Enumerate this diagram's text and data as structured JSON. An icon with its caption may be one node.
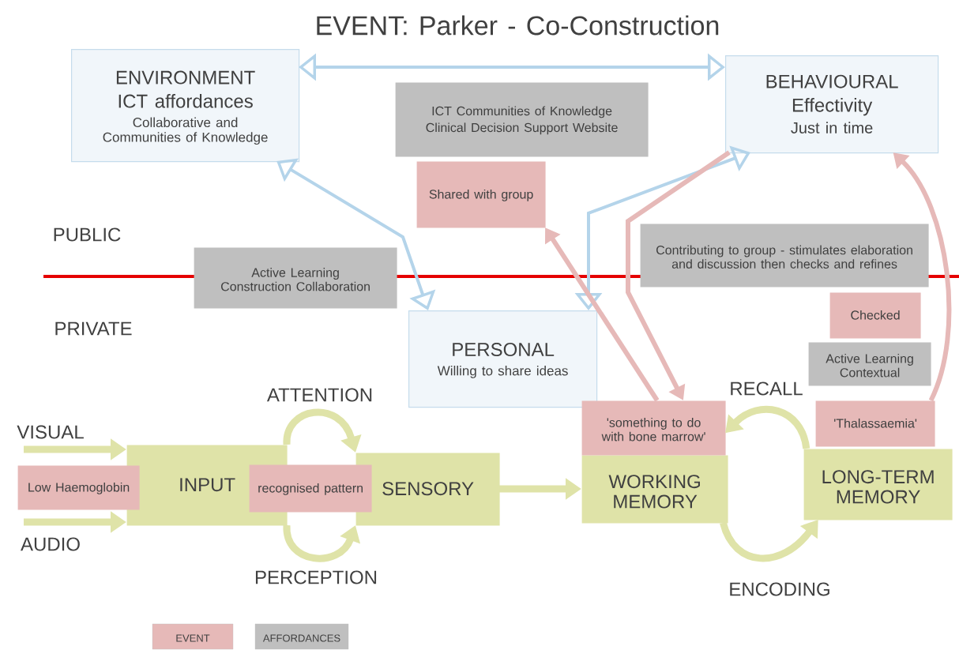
{
  "diagram": {
    "title": "EVENT: Parker - Co-Construction",
    "nodes": [
      {
        "text": [
          "ENVIRONMENT",
          "ICT affordances",
          "Collaborative and Communities of Knowledge"
        ]
      },
      {
        "text": [
          "ICT Communities of Knowledge",
          "Clinical Decision Support Website"
        ]
      },
      {
        "text": [
          "BEHAVIOURAL",
          "Effectivity",
          "Just in time"
        ]
      },
      {
        "text": [
          "Shared with group"
        ]
      },
      {
        "text": [
          "Active Learning Construction Collaboration"
        ]
      },
      {
        "text": [
          "Contributing to group - stimulates elaboration and discussion then checks and refines"
        ]
      },
      {
        "text": [
          "PERSONAL",
          "Willing to share ideas"
        ]
      },
      {
        "text": [
          "Checked"
        ]
      },
      {
        "text": [
          "Active Learning Contextual"
        ]
      },
      {
        "text": [
          "INPUT"
        ]
      },
      {
        "text": [
          "Low Haemoglobin"
        ]
      },
      {
        "text": [
          "recognised pattern"
        ]
      },
      {
        "text": [
          "SENSORY"
        ]
      },
      {
        "text": [
          "'something to do with bone marrow'"
        ]
      },
      {
        "text": [
          "WORKING MEMORY"
        ]
      },
      {
        "text": [
          "'Thalassaemia'"
        ]
      },
      {
        "text": [
          "LONG-TERM MEMORY"
        ]
      }
    ],
    "edges": [
      {
        "from": 0,
        "to": 2,
        "arrow": "both",
        "color": "#b4d4ea"
      },
      {
        "from": 6,
        "to": 0,
        "arrow": "both",
        "color": "#b4d4ea"
      },
      {
        "from": 6,
        "to": 2,
        "arrow": "both",
        "color": "#b4d4ea"
      },
      {
        "from": 13,
        "to": 3,
        "arrow": "to",
        "color": "#e6b9b8"
      },
      {
        "from": 2,
        "to": 13,
        "arrow": "to",
        "color": "#e6b9b8"
      },
      {
        "from": 15,
        "to": 2,
        "arrow": "to",
        "color": "#e6b9b8"
      },
      {
        "from": null,
        "to": 9,
        "arrow": "to"
      },
      {
        "from": null,
        "to": 9,
        "arrow": "to"
      },
      {
        "from": 9,
        "to": 12,
        "arrow": "to"
      },
      {
        "from": 9,
        "to": 12,
        "arrow": "to"
      },
      {
        "from": 12,
        "to": 14,
        "arrow": "to"
      },
      {
        "from": 16,
        "to": 13,
        "arrow": "to"
      },
      {
        "from": 14,
        "to": 16,
        "arrow": "to"
      }
    ],
    "labels": [
      "PUBLIC",
      "PRIVATE",
      "VISUAL",
      "AUDIO",
      "ATTENTION",
      "PERCEPTION",
      "RECALL",
      "ENCODING"
    ],
    "legend": [
      {
        "text": "EVENT",
        "color": "#e6b9b8"
      },
      {
        "text": "AFFORDANCES",
        "color": "#bfbfbf"
      }
    ]
  }
}
